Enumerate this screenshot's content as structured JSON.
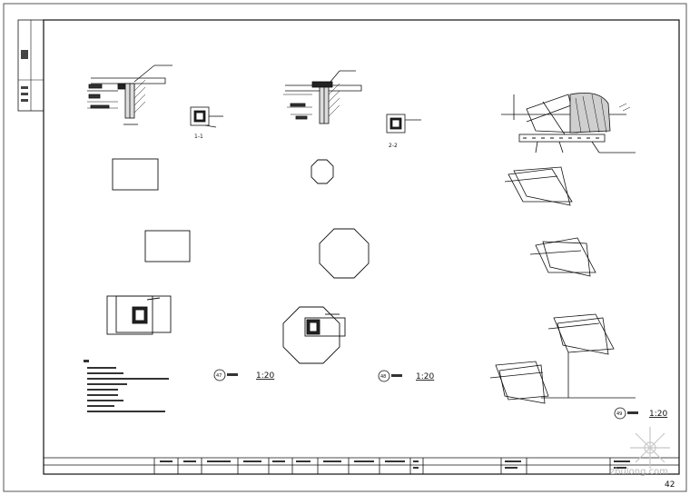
{
  "details": {
    "sec1_label": "1-1",
    "sec2_label": "2-2",
    "plan47": {
      "number": "47",
      "scale": "1:20"
    },
    "plan48": {
      "number": "48",
      "scale": "1:20"
    },
    "plan49": {
      "number": "49",
      "scale": "1:20"
    }
  },
  "title_block": {
    "page_number": "42"
  },
  "watermark": "zhulong.com"
}
